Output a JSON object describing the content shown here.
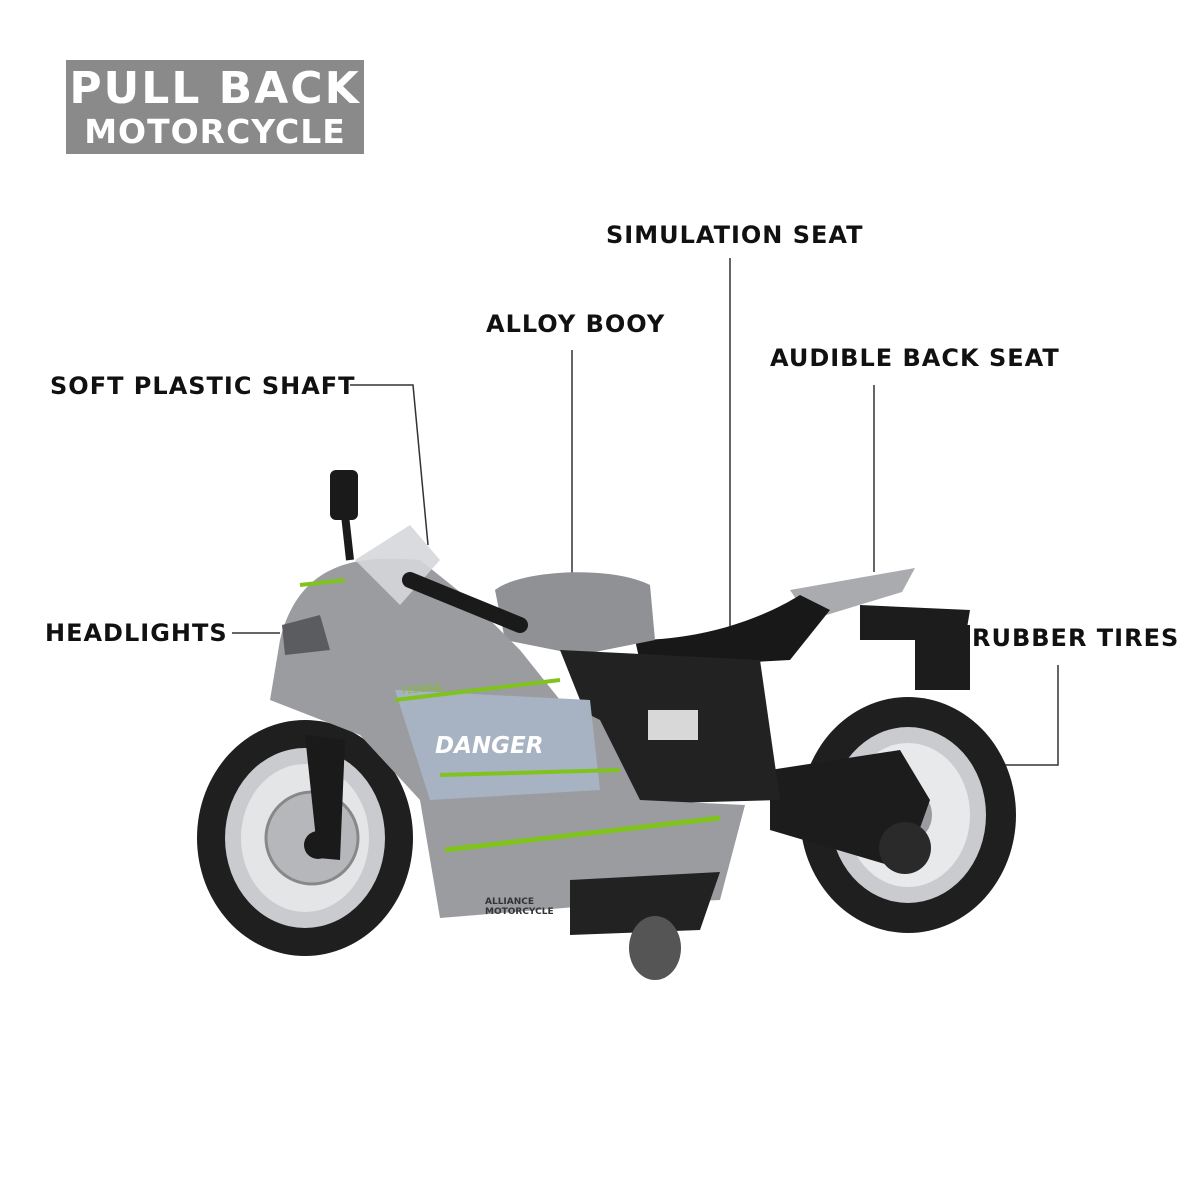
{
  "title": {
    "line1": "PULL BACK",
    "line2": "MOTORCYCLE"
  },
  "callouts": {
    "simulation_seat": "SIMULATION SEAT",
    "alloy_body": "ALLOY BOOY",
    "audible_back_seat": "AUDIBLE BACK SEAT",
    "soft_plastic_shaft": "SOFT PLASTIC SHAFT",
    "headlights": "HEADLIGHTS",
    "rubber_tires": "RUBBER TIRES"
  },
  "decals": {
    "danger": "DANGER",
    "federal": "FEDERAL",
    "alliance_line1": "ALLIANCE",
    "alliance_line2": "MOTORCYCLE"
  },
  "colors": {
    "title_bg": "#8a8a8a",
    "body_gray": "#9a9ca0",
    "accent_green": "#7fc31c",
    "frame_black": "#1c1c1c"
  }
}
